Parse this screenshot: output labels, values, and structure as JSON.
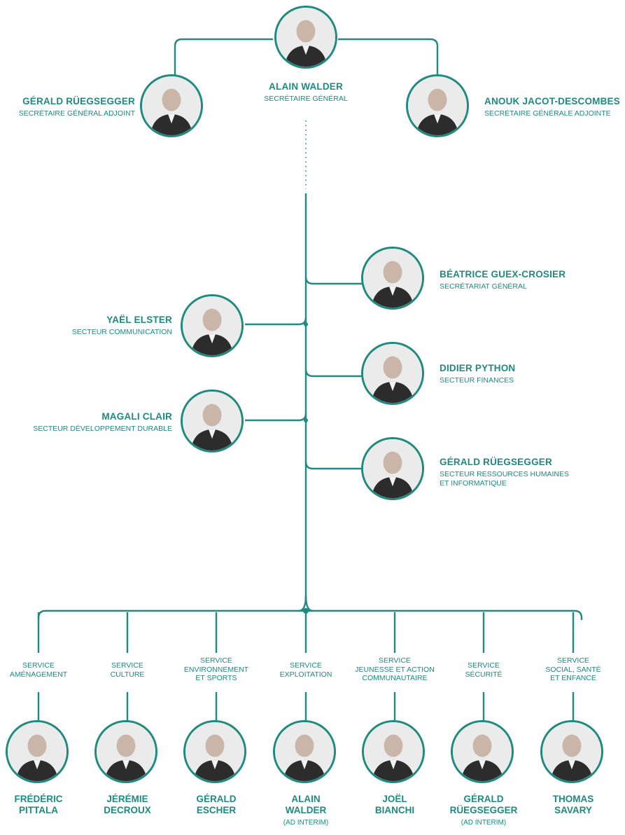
{
  "colors": {
    "accent": "#1f8a80",
    "photo_bg": "#ebebeb",
    "person": "#2c2c2c",
    "face": "#c9b6a8"
  },
  "top": {
    "center": {
      "name": "ALAIN WALDER",
      "role": "SECRÉTAIRE GÉNÉRAL"
    },
    "left": {
      "name": "GÉRALD RÜEGSEGGER",
      "role": "SECRÉTAIRE GÉNÉRAL ADJOINT"
    },
    "right": {
      "name": "ANOUK JACOT-DESCOMBES",
      "role": "SECRÉTAIRE GÉNÉRALE ADJOINTE"
    }
  },
  "sectors_left": [
    {
      "name": "YAËL ELSTER",
      "role": "SECTEUR COMMUNICATION"
    },
    {
      "name": "MAGALI CLAIR",
      "role": "SECTEUR DÉVELOPPEMENT DURABLE"
    }
  ],
  "sectors_right": [
    {
      "name": "BÉATRICE GUEX-CROSIER",
      "role": "SECRÉTARIAT GÉNÉRAL"
    },
    {
      "name": "DIDIER PYTHON",
      "role": "SECTEUR FINANCES"
    },
    {
      "name": "GÉRALD RÜEGSEGGER",
      "role": "SECTEUR RESSOURCES HUMAINES\nET INFORMATIQUE"
    }
  ],
  "services": [
    {
      "service": "SERVICE\nAMÉNAGEMENT",
      "name": "FRÉDÉRIC\nPITTALA",
      "note": ""
    },
    {
      "service": "SERVICE\nCULTURE",
      "name": "JÉRÉMIE\nDECROUX",
      "note": ""
    },
    {
      "service": "SERVICE\nENVIRONNEMENT\nET SPORTS",
      "name": "GÉRALD\nESCHER",
      "note": ""
    },
    {
      "service": "SERVICE\nEXPLOITATION",
      "name": "ALAIN\nWALDER",
      "note": "(AD INTERIM)"
    },
    {
      "service": "SERVICE\nJEUNESSE ET ACTION\nCOMMUNAUTAIRE",
      "name": "JOËL\nBIANCHI",
      "note": ""
    },
    {
      "service": "SERVICE\nSÉCURITÉ",
      "name": "GÉRALD\nRÜEGSEGGER",
      "note": "(AD INTERIM)"
    },
    {
      "service": "SERVICE\nSOCIAL, SANTÉ\nET ENFANCE",
      "name": "THOMAS\nSAVARY",
      "note": ""
    }
  ]
}
